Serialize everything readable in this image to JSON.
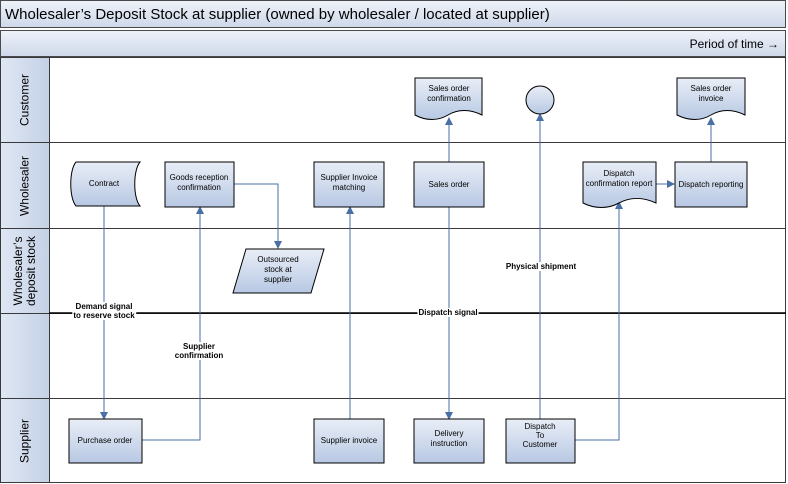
{
  "title": "Wholesaler’s Deposit Stock at supplier (owned by wholesaler / located at supplier)",
  "period_label": "Period of time →",
  "lanes": {
    "customer": "Customer",
    "wholesaler": "Wholesaler",
    "deposit_line1": "Wholesaler’s",
    "deposit_line2": "deposit stock",
    "blank": "",
    "supplier": "Supplier"
  },
  "nodes": {
    "contract": "Contract",
    "goods_reception_1": "Goods reception",
    "goods_reception_2": "confirmation",
    "outsourced_1": "Outsourced",
    "outsourced_2": "stock at",
    "outsourced_3": "supplier",
    "supplier_invoice_matching_1": "Supplier Invoice",
    "supplier_invoice_matching_2": "matching",
    "sales_order_confirmation_1": "Sales order",
    "sales_order_confirmation_2": "confirmation",
    "sales_order": "Sales order",
    "dispatch_confirmation_1": "Dispatch",
    "dispatch_confirmation_2": "confirmation report",
    "dispatch_reporting": "Dispatch reporting",
    "sales_order_invoice_1": "Sales order",
    "sales_order_invoice_2": "invoice",
    "purchase_order": "Purchase order",
    "supplier_invoice": "Supplier invoice",
    "delivery_instruction_1": "Delivery",
    "delivery_instruction_2": "instruction",
    "dispatch_customer_1": "Dispatch",
    "dispatch_customer_2": "To",
    "dispatch_customer_3": "Customer"
  },
  "flow_labels": {
    "demand_1": "Demand signal",
    "demand_2": "to reserve stock",
    "supplier_conf_1": "Supplier",
    "supplier_conf_2": "confirmation",
    "dispatch_signal": "Dispatch signal",
    "physical_shipment": "Physical shipment"
  },
  "colors": {
    "box_fill_top": "#e9eef7",
    "box_fill_bottom": "#b7c8e3",
    "arrow": "#4a6fa5"
  }
}
